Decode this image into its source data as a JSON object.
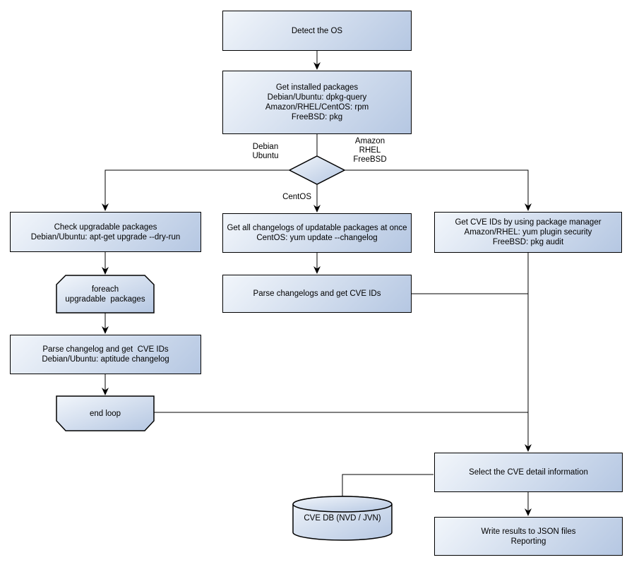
{
  "diagram": {
    "colors": {
      "background": "#ffffff",
      "line": "#000000",
      "node_fill_start": "#f2f6fb",
      "node_fill_end": "#b5c7e2"
    },
    "nodes": {
      "detect_os": "Detect the OS",
      "get_installed_packages": "Get installed packages\nDebian/Ubuntu: dpkg-query\nAmazon/RHEL/CentOS: rpm\nFreeBSD: pkg",
      "check_upgradable_packages": "Check upgradable packages\nDebian/Ubuntu: apt-get upgrade --dry-run",
      "get_all_changelogs": "Get all changelogs of updatable packages at once\nCentOS: yum update --changelog",
      "get_cve_ids_package_manager": "Get CVE IDs by using package manager\nAmazon/RHEL: yum plugin security\nFreeBSD: pkg audit",
      "foreach_loop_start": "foreach\nupgradable  packages",
      "parse_changelogs_get_cve_ids": "Parse changelogs and get CVE IDs",
      "parse_changelog_get_cve_ids": "Parse changelog and get  CVE IDs\nDebian/Ubuntu: aptitude changelog",
      "end_loop": "end loop",
      "select_cve_detail": "Select the CVE detail information",
      "cve_db": "CVE DB (NVD / JVN)",
      "write_results": "Write results to JSON files\nReporting"
    },
    "edge_labels": {
      "debian_ubuntu": "Debian\nUbuntu",
      "amazon_rhel_freebsd": "Amazon\nRHEL\nFreeBSD",
      "centos": "CentOS"
    }
  }
}
